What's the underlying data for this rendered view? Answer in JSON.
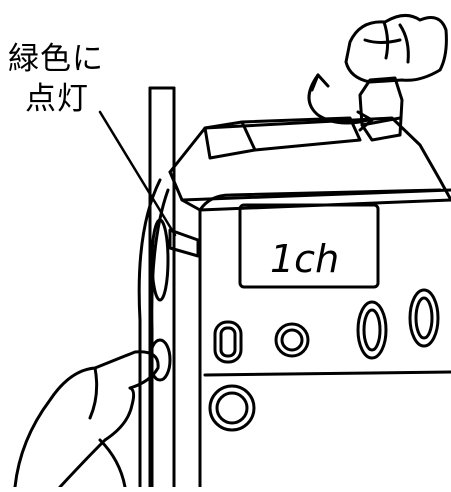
{
  "callout": {
    "line1": "緑色に",
    "line2": "点灯"
  },
  "radio": {
    "display_text": "1ch"
  },
  "icons": {
    "rotate_arrow": "rotate-arrow-icon",
    "hand_top": "hand-turning-knob-icon",
    "hand_bottom": "hand-pressing-button-icon"
  },
  "colors": {
    "line": "#000000",
    "background": "#ffffff"
  }
}
